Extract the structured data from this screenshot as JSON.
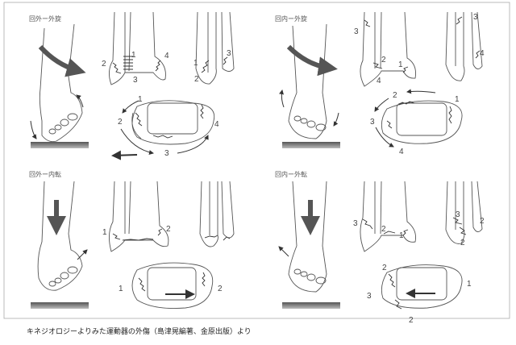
{
  "panels": [
    {
      "title": "回外ー外旋",
      "labels": [
        "1",
        "2",
        "3",
        "4",
        "1",
        "2",
        "3",
        "1",
        "2",
        "3",
        "4"
      ]
    },
    {
      "title": "回内ー外旋",
      "labels": [
        "3",
        "2",
        "1",
        "4",
        "3",
        "4",
        "2",
        "1",
        "3",
        "4"
      ]
    },
    {
      "title": "回外ー内転",
      "labels": [
        "1",
        "2",
        "1",
        "2"
      ]
    },
    {
      "title": "回内ー外転",
      "labels": [
        "3",
        "2",
        "1",
        "3",
        "2",
        "2",
        "2",
        "3",
        "1",
        "2"
      ]
    }
  ],
  "caption": "キネジオロジーよりみた運動器の外傷（島津晃編著、金原出版）より",
  "colors": {
    "big_arrow": "#555555",
    "ground": "#777777",
    "line": "#555555"
  }
}
